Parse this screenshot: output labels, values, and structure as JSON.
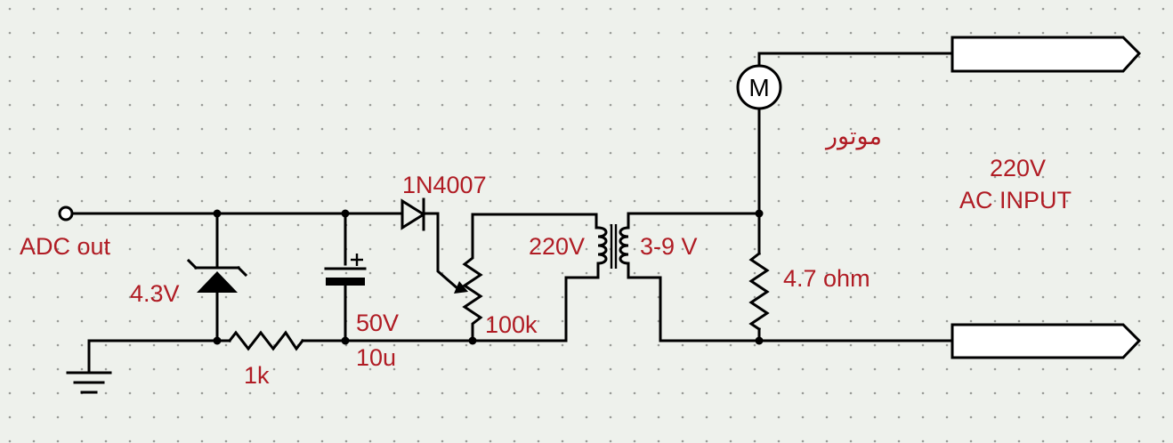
{
  "labels": {
    "adc_out": "ADC out",
    "zener": "4.3V",
    "resistor_1k": "1k",
    "cap_voltage": "50V",
    "cap_value": "10u",
    "diode": "1N4007",
    "pot": "100k",
    "primary": "220V",
    "secondary": "3-9 V",
    "motor_label": "موتور",
    "motor_symbol": "M",
    "resistor_47": "4.7 ohm",
    "ac_voltage": "220V",
    "ac_input": "AC INPUT",
    "cap_plus": "+"
  },
  "colors": {
    "background": "#eef1ec",
    "grid_dot": "#9a9c98",
    "wire": "#000000",
    "label": "#b01c24"
  }
}
